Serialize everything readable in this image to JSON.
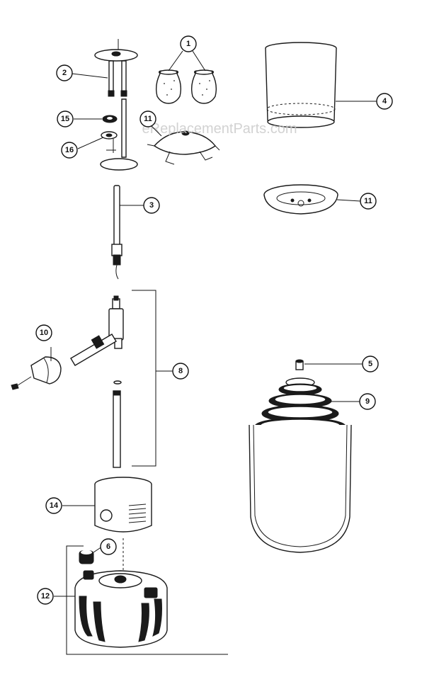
{
  "watermark": "eReplacementParts.com",
  "callouts": [
    {
      "id": "c1",
      "label": "1"
    },
    {
      "id": "c2",
      "label": "2"
    },
    {
      "id": "c3",
      "label": "3"
    },
    {
      "id": "c4",
      "label": "4"
    },
    {
      "id": "c5",
      "label": "5"
    },
    {
      "id": "c6",
      "label": "6"
    },
    {
      "id": "c8",
      "label": "8"
    },
    {
      "id": "c9",
      "label": "9"
    },
    {
      "id": "c10",
      "label": "10"
    },
    {
      "id": "c11a",
      "label": "11"
    },
    {
      "id": "c11b",
      "label": "11"
    },
    {
      "id": "c12",
      "label": "12"
    },
    {
      "id": "c14",
      "label": "14"
    },
    {
      "id": "c15",
      "label": "15"
    },
    {
      "id": "c16",
      "label": "16"
    }
  ]
}
